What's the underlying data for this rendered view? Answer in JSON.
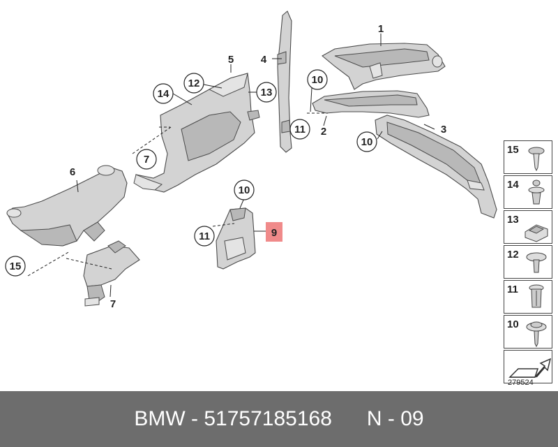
{
  "callouts": {
    "c1": "1",
    "c2": "2",
    "c3": "3",
    "c4": "4",
    "c5": "5",
    "c6": "6",
    "c7a": "7",
    "c7b": "7",
    "c9": "9",
    "c10a": "10",
    "c10b": "10",
    "c10c": "10",
    "c11a": "11",
    "c11b": "11",
    "c12": "12",
    "c13": "13",
    "c14": "14",
    "c15": "15"
  },
  "legend": {
    "items": [
      {
        "num": "15",
        "icon": "screw-icon"
      },
      {
        "num": "14",
        "icon": "expanding-rivet-icon"
      },
      {
        "num": "13",
        "icon": "clip-nut-icon"
      },
      {
        "num": "12",
        "icon": "push-rivet-icon"
      },
      {
        "num": "11",
        "icon": "expanding-nut-icon"
      },
      {
        "num": "10",
        "icon": "flange-screw-icon"
      },
      {
        "num": "",
        "icon": "arrow-icon"
      }
    ]
  },
  "ref_code": "279524",
  "footer": {
    "brand": "BMW",
    "separator": " - ",
    "part_number": "51757185168",
    "position": "N - 09"
  },
  "colors": {
    "highlight": "#f08a8a",
    "footer_bg": "#6d6d6d",
    "part_fill": "#d3d3d3"
  }
}
